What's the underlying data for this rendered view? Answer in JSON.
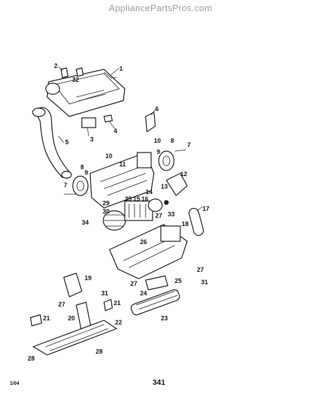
{
  "watermark": "AppliancePartsPros.com",
  "footer": {
    "date": "1/04",
    "page": "341"
  },
  "callouts": {
    "c1": "1",
    "c2": "2",
    "c3": "3",
    "c4": "4",
    "c5": "5",
    "c6": "6",
    "c7a": "7",
    "c7b": "7",
    "c8a": "8",
    "c8b": "8",
    "c9a": "9",
    "c9b": "9",
    "c10a": "10",
    "c10b": "10",
    "c11": "11",
    "c12": "12",
    "c13": "13",
    "c14": "14",
    "c15": "15",
    "c16": "16",
    "c17": "17",
    "c18": "18",
    "c19": "19",
    "c20": "20",
    "c21a": "21",
    "c21b": "21",
    "c22": "22",
    "c23": "23",
    "c24": "24",
    "c25": "25",
    "c26": "26",
    "c27a": "27",
    "c27b": "27",
    "c27c": "27",
    "c27d": "27",
    "c28a": "28",
    "c28b": "28",
    "c29": "29",
    "c30": "30",
    "c31a": "31",
    "c31b": "31",
    "c32": "32",
    "c33": "33",
    "c34": "34",
    "c35": "35"
  }
}
